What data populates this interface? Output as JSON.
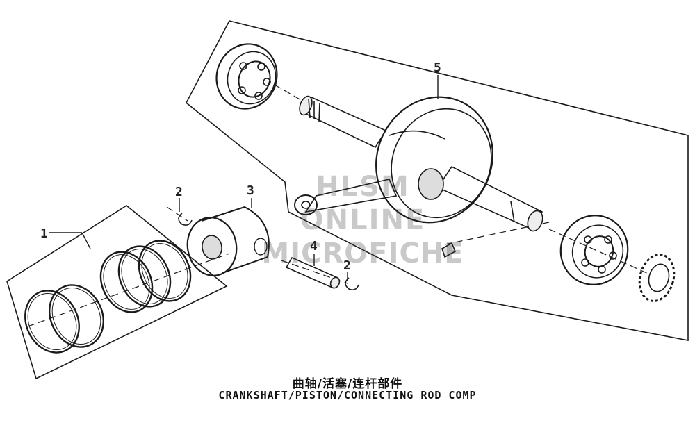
{
  "callouts": {
    "c1": "1",
    "c2a": "2",
    "c2b": "2",
    "c3": "3",
    "c4": "4",
    "c5": "5"
  },
  "caption": {
    "chinese": "曲轴/活塞/连杆部件",
    "english": "CRANKSHAFT/PISTON/CONNECTING ROD COMP"
  },
  "watermark": {
    "line1": "HLSM",
    "line2": "ONLINE",
    "line3": "MICROFICHE"
  }
}
